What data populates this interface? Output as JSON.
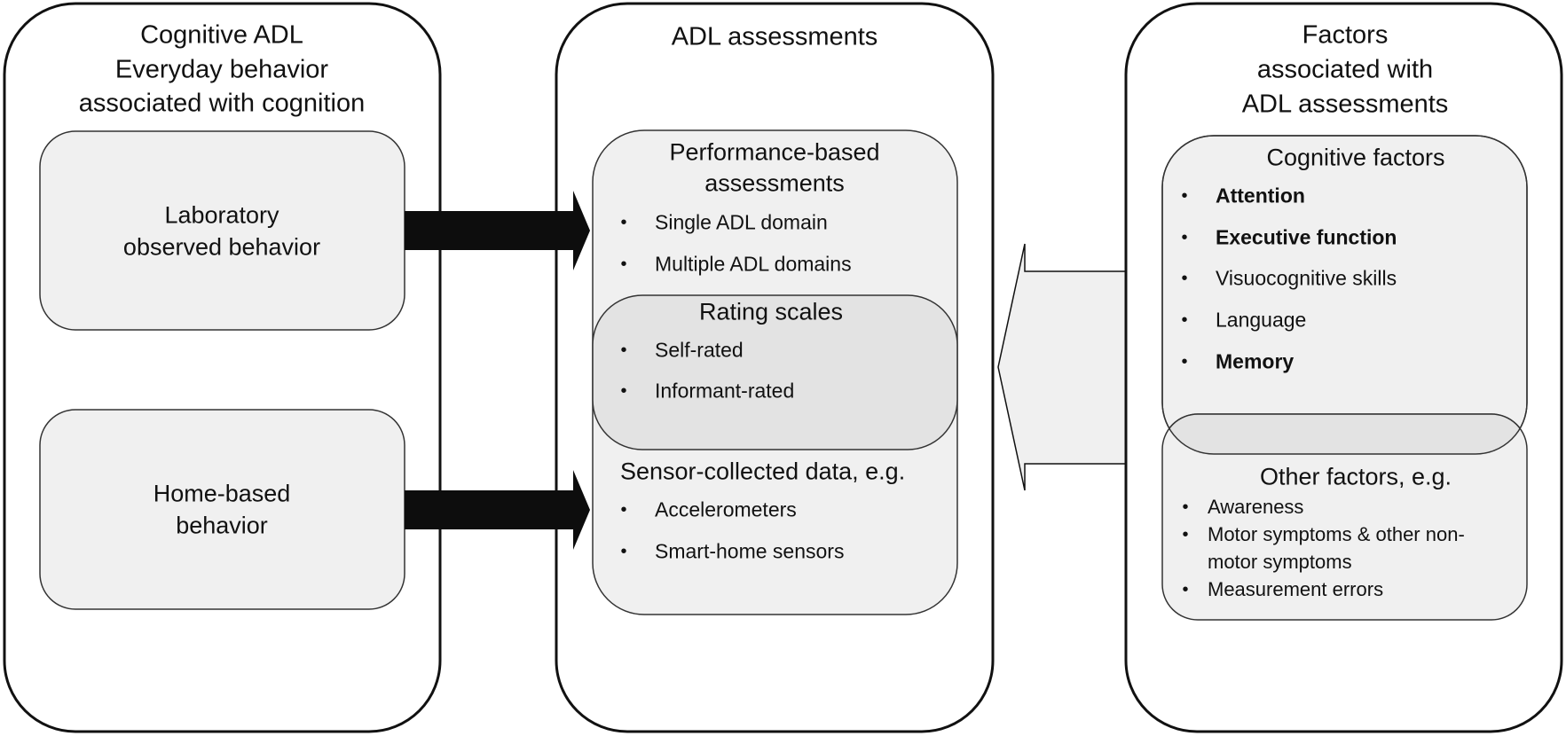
{
  "left_panel": {
    "title_lines": [
      "Cognitive ADL",
      "Everyday behavior",
      "associated with cognition"
    ],
    "boxes": [
      {
        "lines": [
          "Laboratory",
          "observed behavior"
        ]
      },
      {
        "lines": [
          "Home-based",
          "behavior"
        ]
      }
    ]
  },
  "middle_panel": {
    "title": "ADL assessments",
    "performance": {
      "title_lines": [
        "Performance-based",
        "assessments"
      ],
      "items": [
        "Single ADL domain",
        "Multiple ADL domains"
      ]
    },
    "rating": {
      "title": "Rating scales",
      "items": [
        "Self-rated",
        "Informant-rated"
      ]
    },
    "sensor": {
      "title": "Sensor-collected data, e.g.",
      "items": [
        "Accelerometers",
        "Smart-home sensors"
      ]
    }
  },
  "right_panel": {
    "title_lines": [
      "Factors",
      "associated with",
      "ADL assessments"
    ],
    "cognitive": {
      "title": "Cognitive factors",
      "items": [
        {
          "label": "Attention",
          "emphasis": true
        },
        {
          "label": "Executive function",
          "emphasis": true
        },
        {
          "label": "Visuocognitive skills",
          "emphasis": false
        },
        {
          "label": "Language",
          "emphasis": false
        },
        {
          "label": "Memory",
          "emphasis": true
        }
      ]
    },
    "other": {
      "title": "Other factors, e.g.",
      "items": [
        "Awareness",
        "Motor symptoms & other non-",
        "motor symptoms",
        "Measurement errors"
      ]
    }
  },
  "bullet_glyph": "•",
  "colors": {
    "stroke": "#111111",
    "box_fill": "#f0f0f0",
    "overlap_fill": "#e3e3e3",
    "arrow_fill": "#0d0d0d"
  }
}
